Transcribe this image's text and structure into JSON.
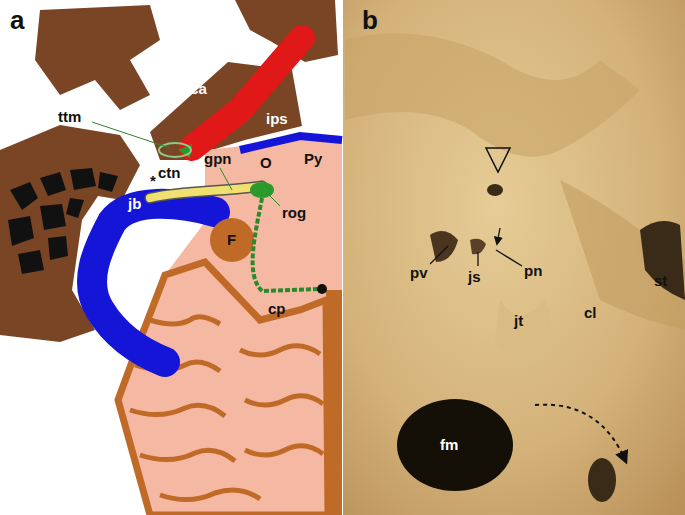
{
  "diagram": {
    "labels": [
      "a",
      "ttm",
      "ica",
      "ips",
      "ctn",
      "gpn",
      "Py",
      "O",
      "rog",
      "*",
      "jb",
      "F",
      "cp",
      "b",
      "pv",
      "js",
      "pn",
      "st",
      "cl",
      "jt",
      "fm"
    ]
  }
}
